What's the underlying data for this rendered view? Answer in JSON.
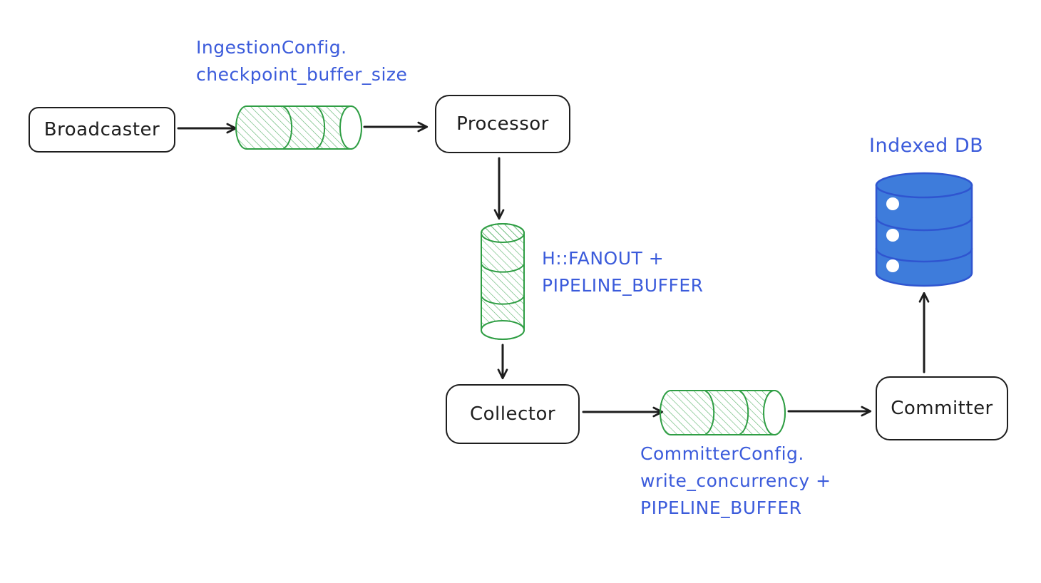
{
  "diagram": {
    "title": "ingestion pipeline diagram",
    "nodes": {
      "broadcaster": "Broadcaster",
      "processor": "Processor",
      "collector": "Collector",
      "committer": "Committer"
    },
    "labels": {
      "ingestion": {
        "line1": "IngestionConfig.",
        "line2": "checkpoint_buffer_size"
      },
      "fanout": {
        "line1": "H::FANOUT +",
        "line2": "PIPELINE_BUFFER"
      },
      "committer_config": {
        "line1": "CommitterConfig.",
        "line2": "write_concurrency +",
        "line3": "PIPELINE_BUFFER"
      },
      "indexed_db": "Indexed DB"
    },
    "icons": {
      "buffer": "green-hatched-cylinder",
      "database": "blue-database-cylinder",
      "arrow": "black-open-v-arrow"
    },
    "colors": {
      "node_stroke": "#1e1e1e",
      "arrow_stroke": "#1e1e1e",
      "buffer_green": "#2f9e44",
      "label_blue": "#3b5bdb",
      "db_fill": "#3e7cdb",
      "db_stroke": "#2f55d0",
      "background": "#ffffff"
    }
  }
}
